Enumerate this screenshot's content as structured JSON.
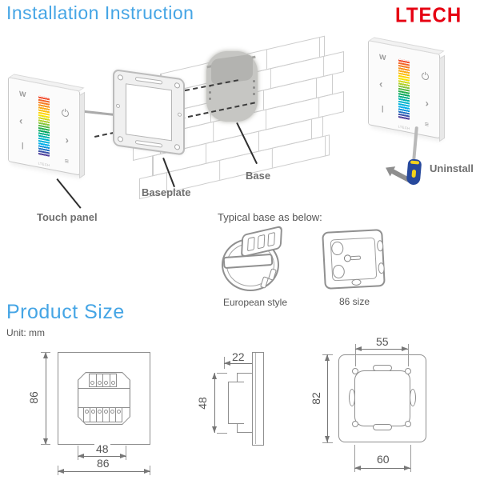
{
  "header": {
    "title": "Installation Instruction",
    "brand": "LTECH"
  },
  "install": {
    "touch_panel_label": "Touch panel",
    "baseplate_label": "Baseplate",
    "base_label": "Base",
    "uninstall_label": "Uninstall"
  },
  "panel": {
    "brand": "LTECH",
    "icon_white": "W",
    "icon_prev": "‹",
    "icon_next": "›",
    "icon_brightness": "|",
    "icon_scene": "≡"
  },
  "typical_base": {
    "heading": "Typical base as below:",
    "european_label": "European style",
    "size86_label": "86 size"
  },
  "product_size": {
    "title": "Product Size",
    "unit": "Unit: mm",
    "front_height": "86",
    "front_inner_width": "48",
    "front_width": "86",
    "side_depth": "22",
    "side_height": "48",
    "back_hole_spacing": "55",
    "back_height": "82",
    "back_width": "60"
  },
  "colors": {
    "accent": "#45a5e5",
    "brand_red": "#e60012",
    "label_gray": "#6f6f6f",
    "line_gray": "#8f8f8f"
  }
}
